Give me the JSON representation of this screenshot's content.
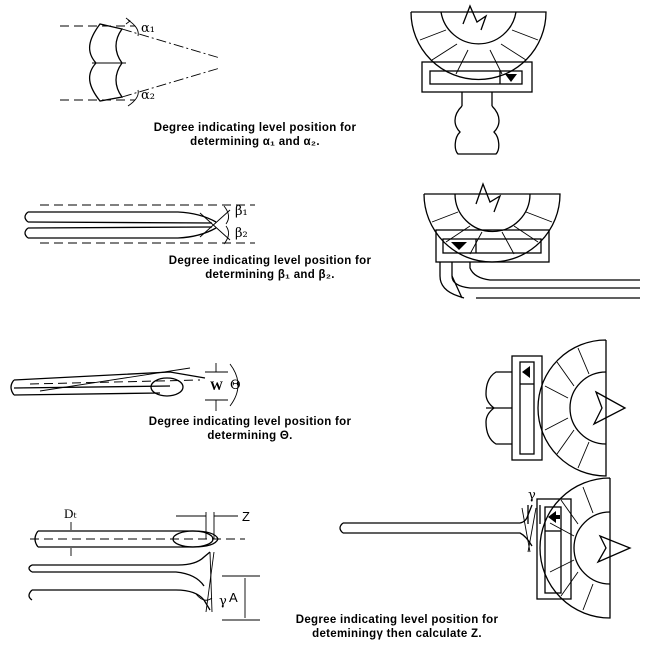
{
  "panels": [
    {
      "caption_line1": "Degree indicating level position for",
      "caption_line2": "determining α₁ and α₂.",
      "labels": [
        "α₁",
        "α₂"
      ]
    },
    {
      "caption_line1": "Degree indicating level position for",
      "caption_line2": "determining  β₁ and  β₂.",
      "labels": [
        "β₁",
        "β₂"
      ]
    },
    {
      "caption_line1": "Degree indicating level position for",
      "caption_line2": "determining Θ.",
      "labels": [
        "W",
        "Θ"
      ]
    },
    {
      "caption_line1": "Degree indicating level position for",
      "caption_line2": "deteminingγ then calculate Z.",
      "labels": [
        "Dₜ",
        "Z",
        "A",
        "γ",
        "γ"
      ]
    }
  ],
  "icons": {
    "level_arrow_down": "down-arrow",
    "level_arrow_left": "left-arrow"
  }
}
